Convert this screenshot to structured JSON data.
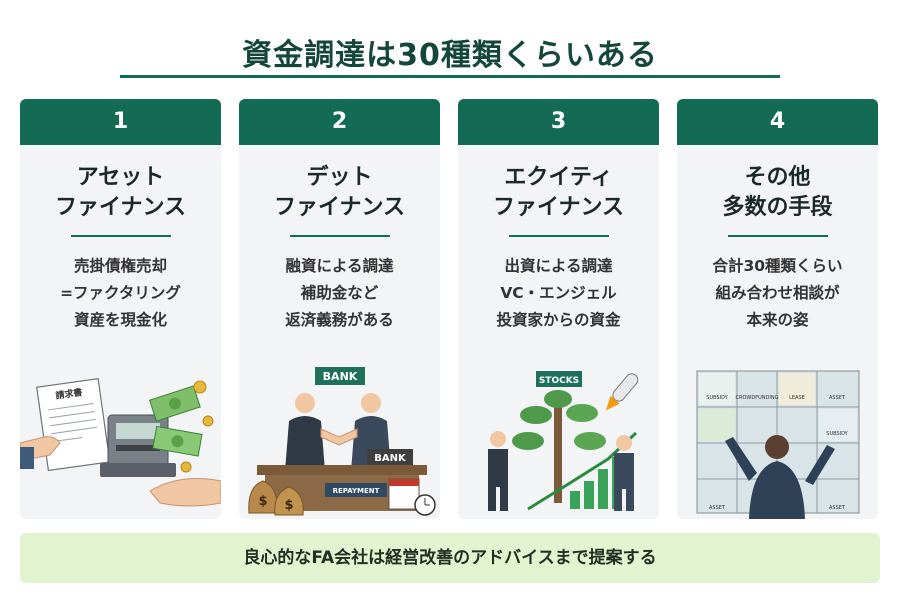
{
  "title": "資金調達は30種類くらいある",
  "cards": [
    {
      "number": "1",
      "title_lines": [
        "アセット",
        "ファイナンス"
      ],
      "desc_lines": [
        "売掛債権売却",
        "=ファクタリング",
        "資産を現金化"
      ],
      "illustration_labels": [
        "請求書"
      ]
    },
    {
      "number": "2",
      "title_lines": [
        "デット",
        "ファイナンス"
      ],
      "desc_lines": [
        "融資による調達",
        "補助金など",
        "返済義務がある"
      ],
      "illustration_labels": [
        "BANK",
        "BANK",
        "REPAYMENT"
      ]
    },
    {
      "number": "3",
      "title_lines": [
        "エクイティ",
        "ファイナンス"
      ],
      "desc_lines": [
        "出資による調達",
        "VC・エンジェル",
        "投資家からの資金"
      ],
      "illustration_labels": [
        "STOCKS"
      ]
    },
    {
      "number": "4",
      "title_lines": [
        "その他",
        "多数の手段"
      ],
      "desc_lines": [
        "合計30種類くらい",
        "組み合わせ相談が",
        "本来の姿"
      ],
      "illustration_labels": [
        "SUBSIDY",
        "CROWDFUNDING",
        "LEASE",
        "ASSET",
        "SUBSIDY",
        "ASSET",
        "ASSET"
      ]
    }
  ],
  "footer": "良心的なFA会社は経営改善のアドバイスまで提案する",
  "colors": {
    "accent": "#136a55",
    "card_bg": "#f3f4f6",
    "footer_bg": "#e2f3cf",
    "title": "#14463a"
  }
}
